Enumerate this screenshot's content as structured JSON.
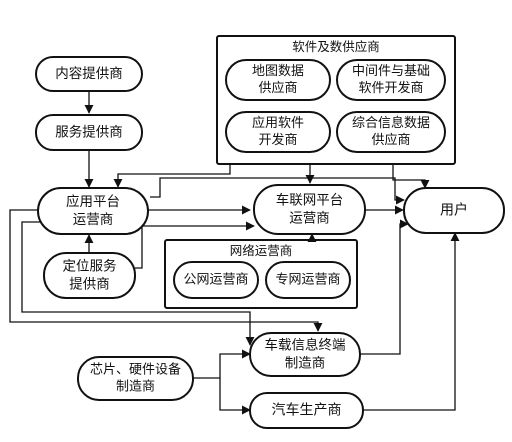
{
  "groups": {
    "software": {
      "title": "软件及数供应商"
    },
    "network": {
      "title": "网络运营商"
    }
  },
  "nodes": {
    "content_provider": {
      "lines": [
        "内容提供商"
      ]
    },
    "service_provider": {
      "lines": [
        "服务提供商"
      ]
    },
    "app_platform_operator": {
      "lines": [
        "应用平台",
        "运营商"
      ]
    },
    "positioning_provider": {
      "lines": [
        "定位服务",
        "提供商"
      ]
    },
    "map_data_provider": {
      "lines": [
        "地图数据",
        "供应商"
      ]
    },
    "middleware_developer": {
      "lines": [
        "中间件与基础",
        "软件开发商"
      ]
    },
    "app_software_developer": {
      "lines": [
        "应用软件",
        "开发商"
      ]
    },
    "integrated_info_provider": {
      "lines": [
        "综合信息数据",
        "供应商"
      ]
    },
    "iov_platform_operator": {
      "lines": [
        "车联网平台",
        "运营商"
      ]
    },
    "public_network_operator": {
      "lines": [
        "公网运营商"
      ]
    },
    "private_network_operator": {
      "lines": [
        "专网运营商"
      ]
    },
    "user": {
      "lines": [
        "用户"
      ]
    },
    "chip_hardware_maker": {
      "lines": [
        "芯片、硬件设备",
        "制造商"
      ]
    },
    "vehicle_terminal_maker": {
      "lines": [
        "车载信息终端",
        "制造商"
      ]
    },
    "car_maker": {
      "lines": [
        "汽车生产商"
      ]
    }
  }
}
